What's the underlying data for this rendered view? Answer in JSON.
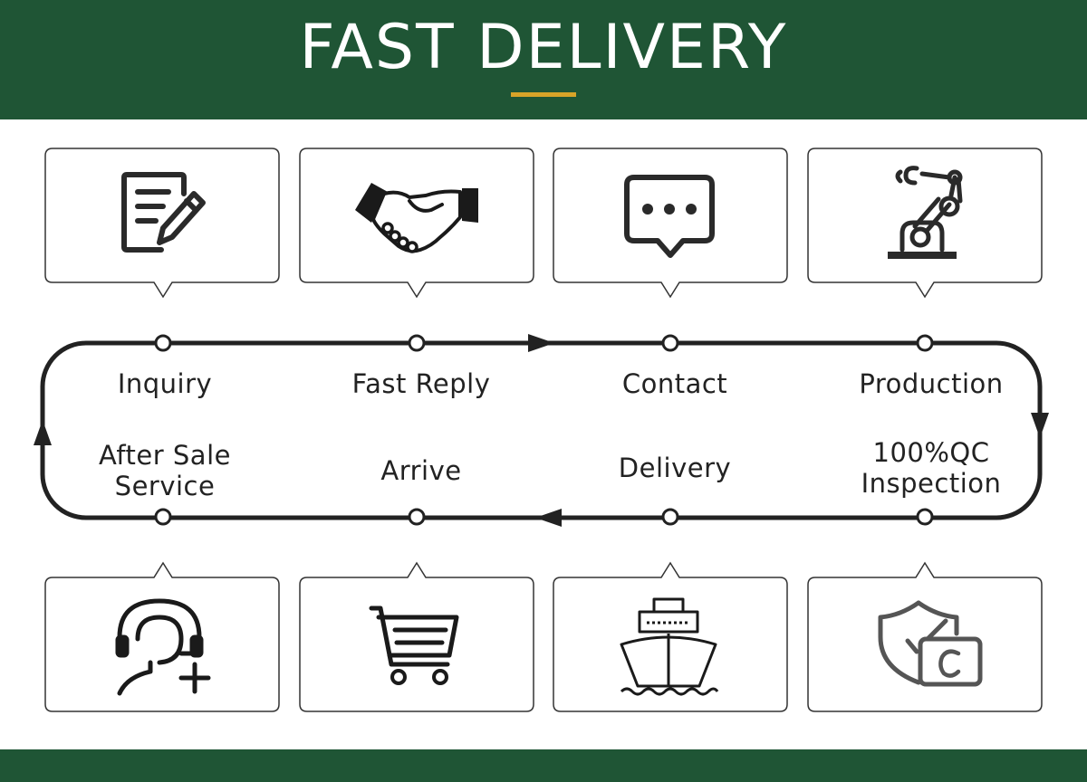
{
  "header": {
    "title": "FAST DELIVERY"
  },
  "steps_top": [
    {
      "label": "Inquiry",
      "icon": "document-pencil-icon"
    },
    {
      "label": "Fast Reply",
      "icon": "handshake-icon"
    },
    {
      "label": "Contact",
      "icon": "chat-bubble-icon"
    },
    {
      "label": "Production",
      "icon": "robot-arm-icon"
    }
  ],
  "steps_bottom": [
    {
      "label": "After Sale\nService",
      "icon": "support-agent-icon"
    },
    {
      "label": "Arrive",
      "icon": "shopping-cart-icon"
    },
    {
      "label": "Delivery",
      "icon": "cargo-ship-icon"
    },
    {
      "label": "100%QC\nInspection",
      "icon": "qc-shield-icon"
    }
  ],
  "colors": {
    "brand_green": "#1f5535",
    "accent_gold": "#d8a428",
    "line": "#222222"
  }
}
